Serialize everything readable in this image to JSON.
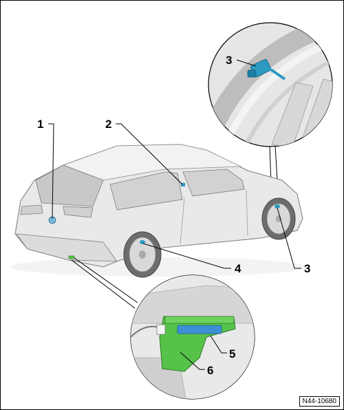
{
  "callouts": {
    "c1": "1",
    "c2": "2",
    "c3_detail": "3",
    "c3_car": "3",
    "c4": "4",
    "c5": "5",
    "c6": "6"
  },
  "figure_id": "N44-10680",
  "colors": {
    "line": "#000000",
    "car_body": "#e9e9e9",
    "car_shadow": "#c9c9c9",
    "sensor_blue": "#2c9bc4",
    "bracket_green": "#57c24a",
    "module_blue": "#3d8fd6"
  },
  "icons": {
    "car": "station-wagon-illustration",
    "tpms_sensor": "tire-pressure-sensor",
    "control_unit": "control-unit-module"
  }
}
